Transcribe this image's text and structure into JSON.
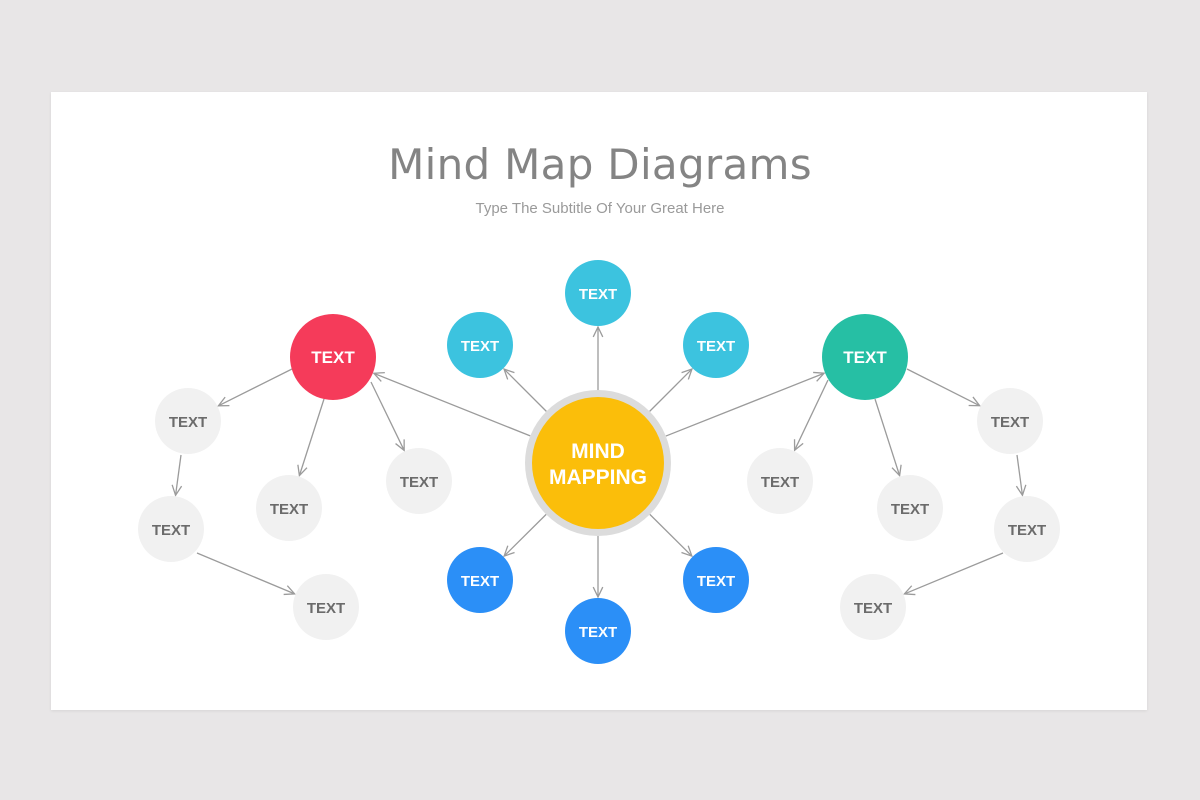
{
  "slide": {
    "title": "Mind Map Diagrams",
    "subtitle": "Type The Subtitle Of Your Great Here"
  },
  "colors": {
    "background": "#e8e6e7",
    "slide": "#ffffff",
    "center_fill": "#fbbe0a",
    "center_ring": "#dcdcdc",
    "light_blue": "#3cc3df",
    "blue": "#2b8ff7",
    "red": "#f53b5a",
    "green": "#26bfa4",
    "gray_node": "#f1f1f1",
    "gray_text": "#6b6b6b",
    "connector": "#9b9b9b"
  },
  "center": {
    "id": "center",
    "lines": [
      "MIND",
      "MAPPING"
    ]
  },
  "nodes": [
    {
      "id": "top",
      "label": "TEXT",
      "color": "light_blue",
      "parent": "center"
    },
    {
      "id": "top-left",
      "label": "TEXT",
      "color": "light_blue",
      "parent": "center"
    },
    {
      "id": "top-right",
      "label": "TEXT",
      "color": "light_blue",
      "parent": "center"
    },
    {
      "id": "bottom-left",
      "label": "TEXT",
      "color": "blue",
      "parent": "center"
    },
    {
      "id": "bottom",
      "label": "TEXT",
      "color": "blue",
      "parent": "center"
    },
    {
      "id": "bottom-right",
      "label": "TEXT",
      "color": "blue",
      "parent": "center"
    },
    {
      "id": "left-hub",
      "label": "TEXT",
      "color": "red",
      "parent": "center"
    },
    {
      "id": "right-hub",
      "label": "TEXT",
      "color": "green",
      "parent": "center"
    },
    {
      "id": "left-a",
      "label": "TEXT",
      "color": "gray_node",
      "parent": "left-hub"
    },
    {
      "id": "left-b",
      "label": "TEXT",
      "color": "gray_node",
      "parent": "left-hub"
    },
    {
      "id": "left-c",
      "label": "TEXT",
      "color": "gray_node",
      "parent": "left-hub"
    },
    {
      "id": "left-d",
      "label": "TEXT",
      "color": "gray_node",
      "parent": "left-a"
    },
    {
      "id": "left-e",
      "label": "TEXT",
      "color": "gray_node",
      "parent": "left-d"
    },
    {
      "id": "right-a",
      "label": "TEXT",
      "color": "gray_node",
      "parent": "right-hub"
    },
    {
      "id": "right-b",
      "label": "TEXT",
      "color": "gray_node",
      "parent": "right-hub"
    },
    {
      "id": "right-c",
      "label": "TEXT",
      "color": "gray_node",
      "parent": "right-hub"
    },
    {
      "id": "right-d",
      "label": "TEXT",
      "color": "gray_node",
      "parent": "right-c"
    },
    {
      "id": "right-e",
      "label": "TEXT",
      "color": "gray_node",
      "parent": "right-d"
    }
  ]
}
